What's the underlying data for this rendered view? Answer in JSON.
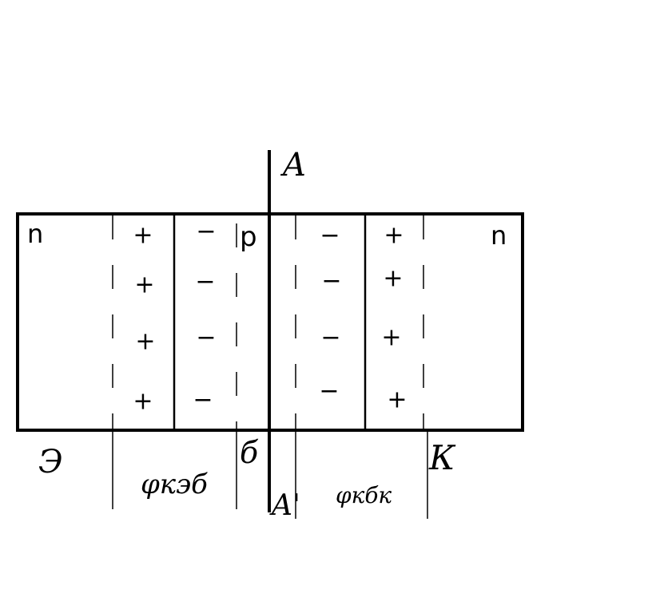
{
  "regions": {
    "emitter_type": "n",
    "base_type": "p",
    "collector_type": "n"
  },
  "terminals": {
    "emitter": "Э",
    "base": "б",
    "collector": "К"
  },
  "section": {
    "top": "A",
    "bottom": "A'"
  },
  "potentials": {
    "emitter_base": "φкэб",
    "base_collector": "φкбк"
  },
  "charges": {
    "emitter_junction_left": [
      "+",
      "+",
      "+",
      "+"
    ],
    "emitter_junction_right": [
      "−",
      "−",
      "−",
      "−"
    ],
    "collector_junction_left": [
      "−",
      "−",
      "−",
      "−"
    ],
    "collector_junction_right": [
      "+",
      "+",
      "+",
      "+"
    ]
  },
  "colors": {
    "ink": "#000000",
    "background": "#ffffff"
  }
}
